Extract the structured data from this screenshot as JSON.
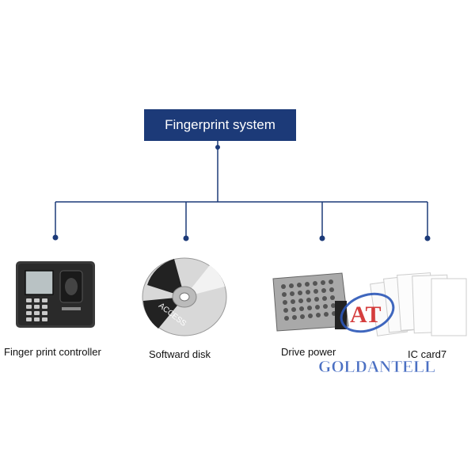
{
  "title": "Fingerprint system",
  "colors": {
    "title_bg": "#1c3a78",
    "line": "#1c3a78",
    "watermark": "#2b57b8",
    "watermark_accent": "#d12a2a"
  },
  "items": [
    {
      "label": "Finger print controller",
      "icon": "fingerprint-controller-icon"
    },
    {
      "label": "Softward disk",
      "icon": "cd-disk-icon"
    },
    {
      "label": "Drive power",
      "icon": "power-supply-icon"
    },
    {
      "label": "IC card7",
      "icon": "ic-cards-icon"
    }
  ],
  "disk_text": {
    "access": "ACCESS"
  },
  "watermark": {
    "logo": "AT",
    "text": "GOLDANTELL"
  }
}
